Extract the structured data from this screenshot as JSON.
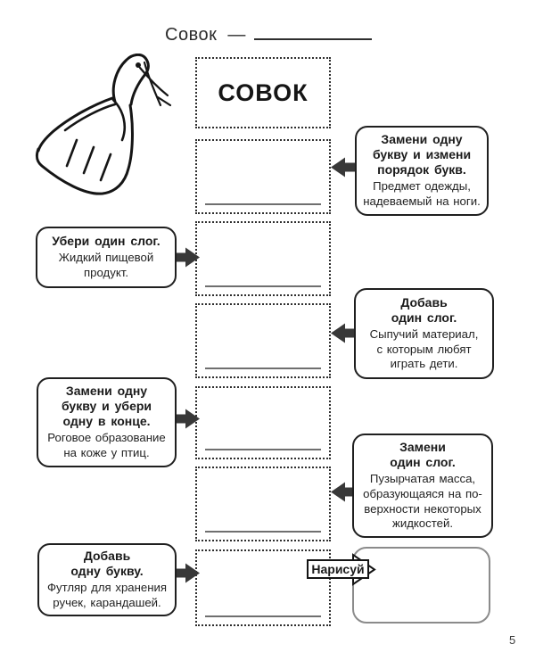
{
  "header": {
    "word": "Совок",
    "dash": "—"
  },
  "chain": {
    "start_word": "СОВОК",
    "answer_slots": 6
  },
  "callouts": [
    {
      "side": "right",
      "task": "Замени одну\nбукву и измени\nпорядок букв.",
      "hint": "Предмет одежды,\nнадеваемый на ноги."
    },
    {
      "side": "left",
      "task": "Убери один слог.",
      "hint": "Жидкий пищевой\nпродукт."
    },
    {
      "side": "right",
      "task": "Добавь\nодин слог.",
      "hint": "Сыпучий материал,\nс которым любят\nиграть дети."
    },
    {
      "side": "left",
      "task": "Замени одну\nбукву и убери\nодну в конце.",
      "hint": "Роговое образование\nна коже у птиц."
    },
    {
      "side": "right",
      "task": "Замени\nодин слог.",
      "hint": "Пузырчатая масса,\nобразующаяся на по-\nверхности некоторых\nжидкостей."
    },
    {
      "side": "left",
      "task": "Добавь\nодну букву.",
      "hint": "Футляр для хранения\nручек, карандашей."
    }
  ],
  "draw": {
    "label": "Нарисуй"
  },
  "page": {
    "number": "5"
  },
  "icons": {
    "callout_arrow": "solid-block-arrow",
    "draw_arrow": "outline-block-arrow",
    "illustration": "dustpan-scoop-line-drawing"
  },
  "colors": {
    "ink": "#1b1b1b",
    "arrow": "#383838",
    "write_line": "#6f6f6f",
    "draw_box_border": "#8b8b8b"
  }
}
